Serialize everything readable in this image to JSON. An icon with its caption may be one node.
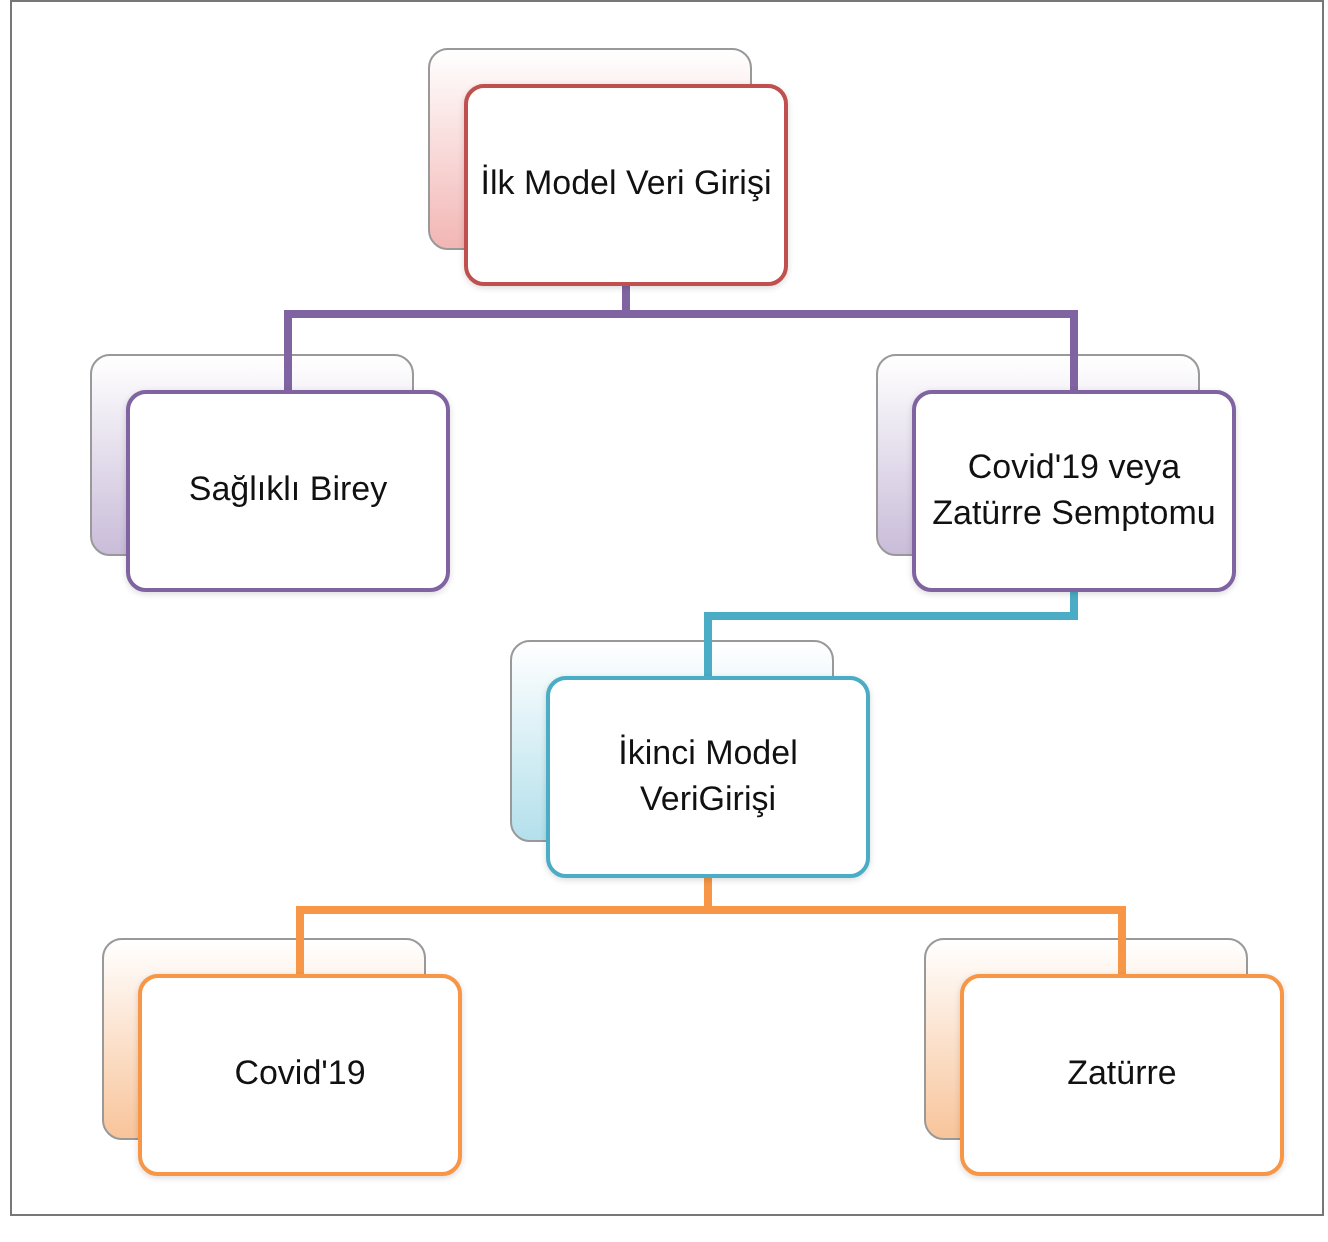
{
  "diagram": {
    "nodes": [
      {
        "text": [
          "İlk Model Veri Girişi"
        ]
      },
      {
        "text": [
          "Sağlıklı Birey"
        ]
      },
      {
        "text": [
          "Covid'19 veya Zatürre Semptomu"
        ]
      },
      {
        "text": [
          "İkinci Model VeriGirişi"
        ]
      },
      {
        "text": [
          "Covid'19"
        ]
      },
      {
        "text": [
          "Zatürre"
        ]
      }
    ],
    "edges": [
      {
        "from": 0,
        "to": 1,
        "arrow": "none",
        "color": "#8064a2"
      },
      {
        "from": 0,
        "to": 2,
        "arrow": "none",
        "color": "#8064a2"
      },
      {
        "from": 2,
        "to": 3,
        "arrow": "none",
        "color": "#4bacc6"
      },
      {
        "from": 3,
        "to": 4,
        "arrow": "none",
        "color": "#f79646"
      },
      {
        "from": 3,
        "to": 5,
        "arrow": "none",
        "color": "#f79646"
      }
    ]
  }
}
